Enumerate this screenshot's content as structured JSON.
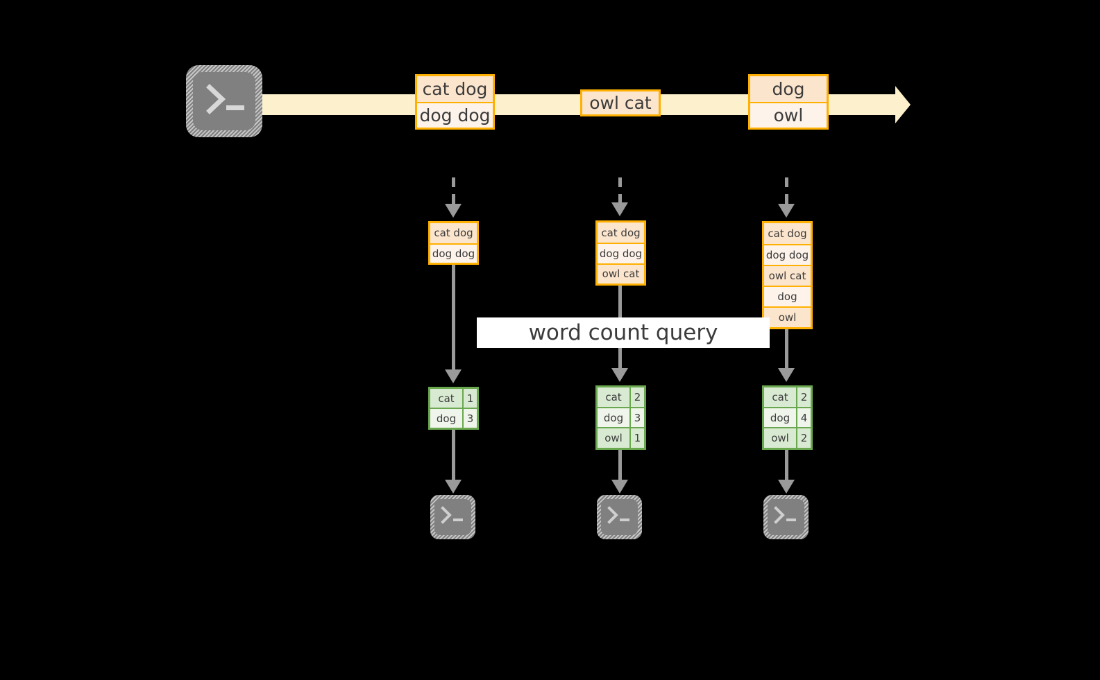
{
  "diagram": {
    "title": "stream word count query diagram",
    "colors": {
      "stream_fill": "#fdf1cd",
      "record_border": "#ffb000",
      "record_fill_dark": "#fce5cd",
      "record_fill_light": "#fdf3ea",
      "table_border": "#6aa84f",
      "table_fill_dark": "#d9ead3",
      "table_fill_light": "#eff5ea",
      "connector": "#9a9a9a",
      "icon_fill": "#808080",
      "background": "#000000",
      "label_fill": "#ffffff",
      "text": "#3b3b3b"
    }
  },
  "producer": {
    "icon": "terminal-icon",
    "glyph": ">_"
  },
  "stream": {
    "name": "event-stream-arrow",
    "elements": [
      {
        "id": "s1",
        "rows": [
          "cat dog",
          "dog dog"
        ]
      },
      {
        "id": "s2",
        "rows": [
          "owl cat"
        ]
      },
      {
        "id": "s3",
        "rows": [
          "dog",
          "owl"
        ]
      }
    ]
  },
  "query": {
    "label": "word count query"
  },
  "columns": [
    {
      "id": "t1",
      "snapshot": [
        "cat dog",
        "dog dog"
      ],
      "result": {
        "rows": [
          {
            "word": "cat",
            "count": "1"
          },
          {
            "word": "dog",
            "count": "3"
          }
        ]
      },
      "consumer": {
        "icon": "terminal-icon",
        "glyph": ">_"
      }
    },
    {
      "id": "t2",
      "snapshot": [
        "cat dog",
        "dog dog",
        "owl cat"
      ],
      "result": {
        "rows": [
          {
            "word": "cat",
            "count": "2"
          },
          {
            "word": "dog",
            "count": "3"
          },
          {
            "word": "owl",
            "count": "1"
          }
        ]
      },
      "consumer": {
        "icon": "terminal-icon",
        "glyph": ">_"
      }
    },
    {
      "id": "t3",
      "snapshot": [
        "cat dog",
        "dog dog",
        "owl cat",
        "dog",
        "owl"
      ],
      "result": {
        "rows": [
          {
            "word": "cat",
            "count": "2"
          },
          {
            "word": "dog",
            "count": "4"
          },
          {
            "word": "owl",
            "count": "2"
          }
        ]
      },
      "consumer": {
        "icon": "terminal-icon",
        "glyph": ">_"
      }
    }
  ]
}
